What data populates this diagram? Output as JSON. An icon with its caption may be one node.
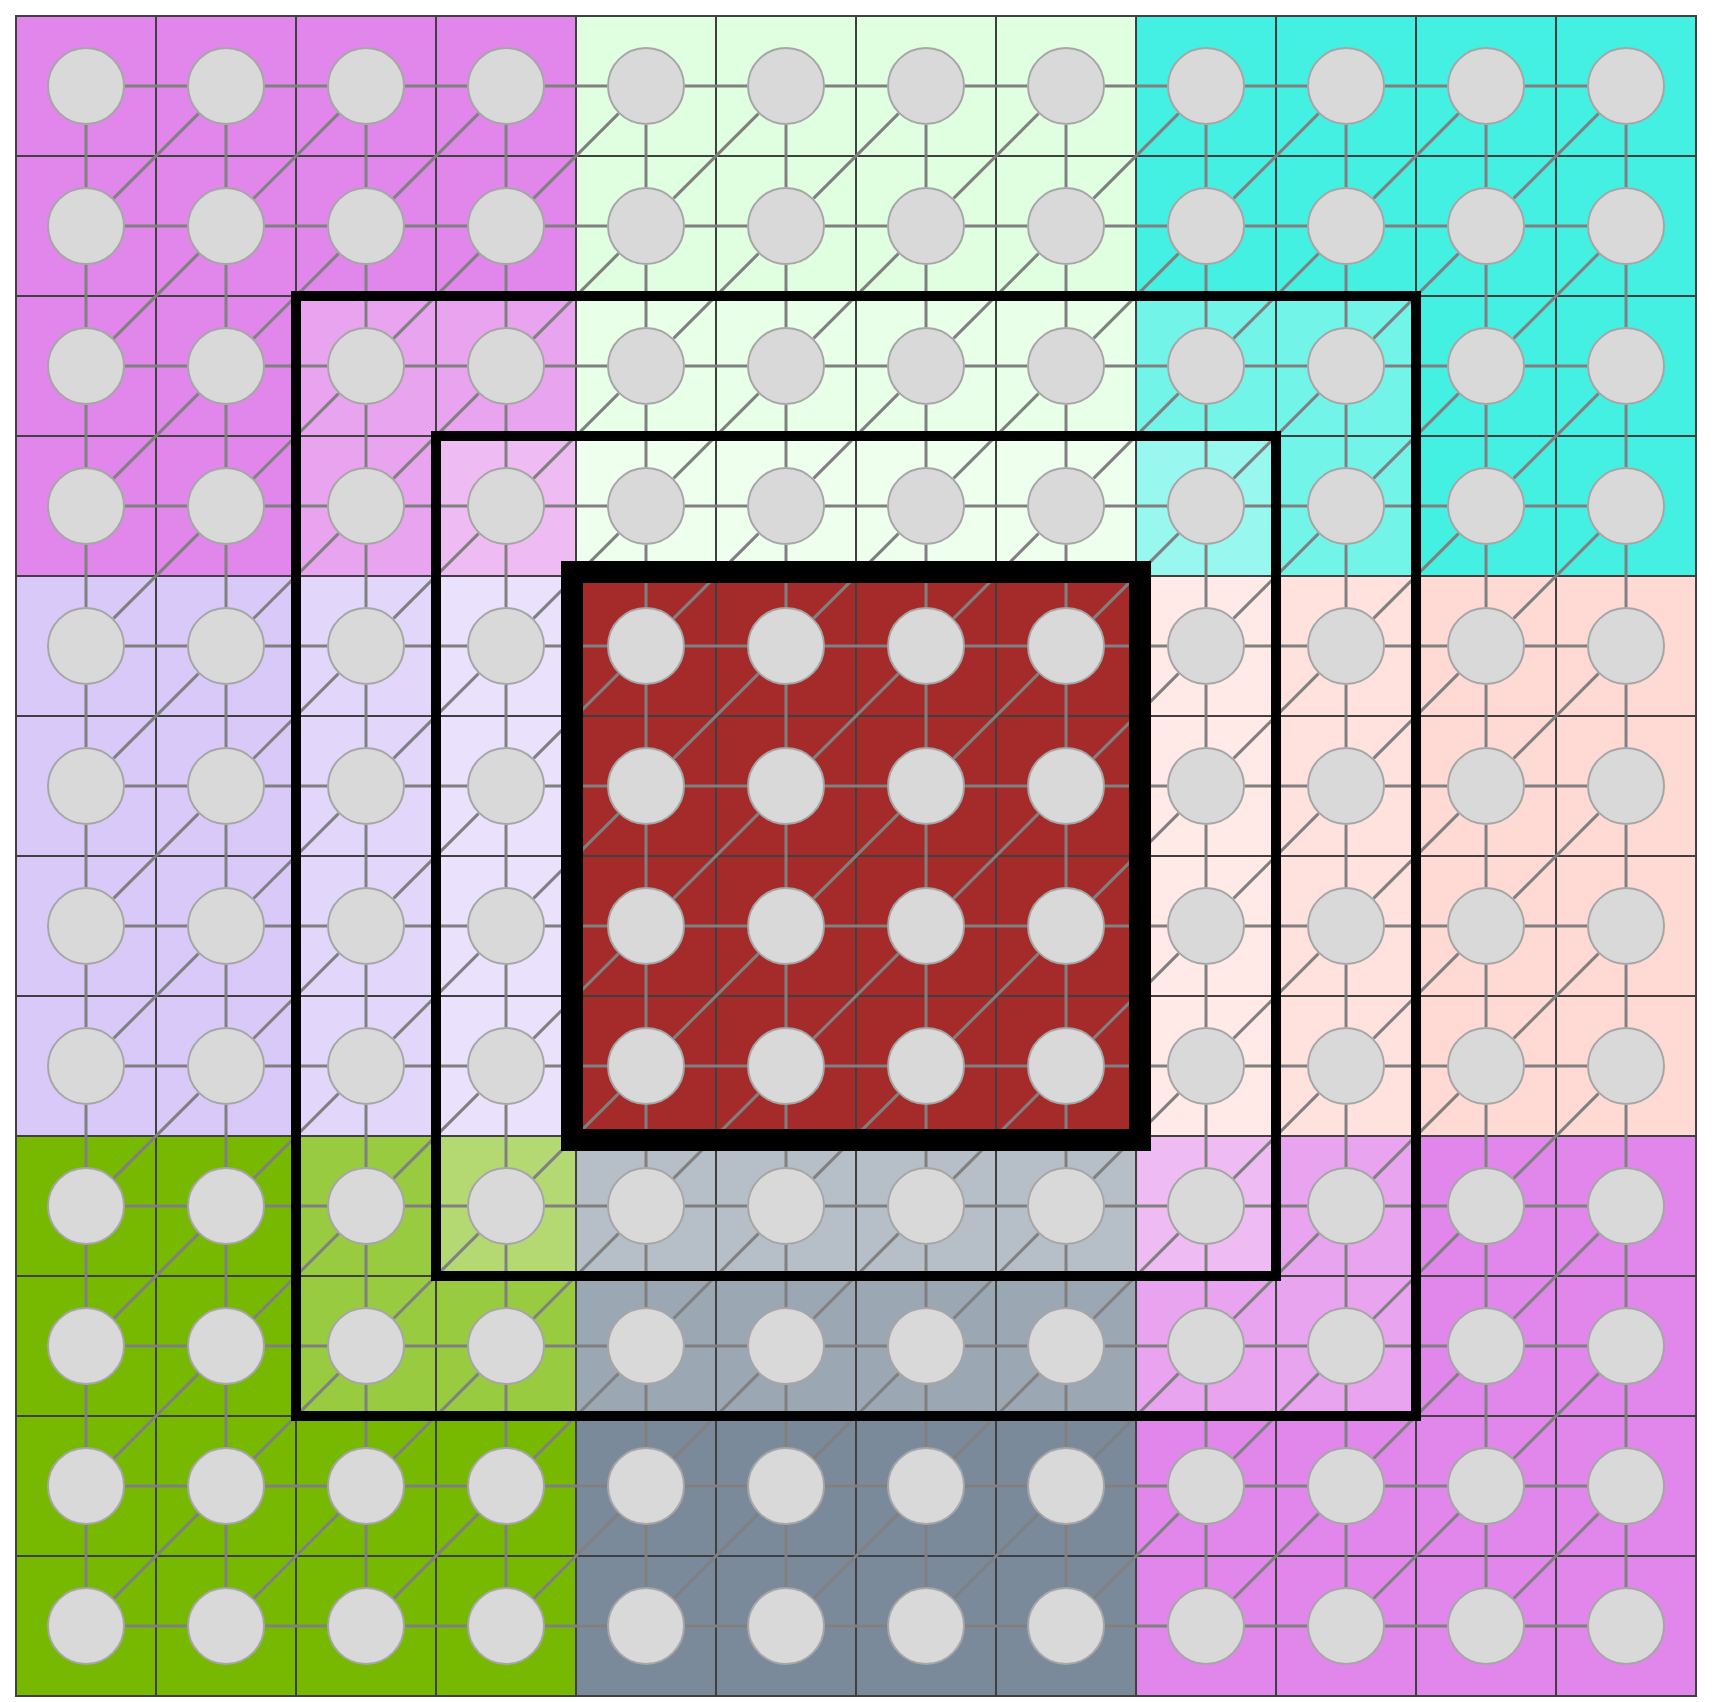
{
  "diagram": {
    "nodes": [
      {
        "text": [],
        "shape": "circle"
      },
      {
        "text": [],
        "shape": "circle"
      },
      {
        "text": [],
        "shape": "circle"
      },
      {
        "text": [],
        "shape": "circle"
      },
      {
        "text": [],
        "shape": "circle"
      },
      {
        "text": [],
        "shape": "circle"
      },
      {
        "text": [],
        "shape": "circle"
      },
      {
        "text": [],
        "shape": "circle"
      },
      {
        "text": [],
        "shape": "circle"
      },
      {
        "text": [],
        "shape": "circle"
      },
      {
        "text": [],
        "shape": "circle"
      },
      {
        "text": [],
        "shape": "circle"
      },
      {
        "text": [],
        "shape": "circle"
      },
      {
        "text": [],
        "shape": "circle"
      },
      {
        "text": [],
        "shape": "circle"
      },
      {
        "text": [],
        "shape": "circle"
      },
      {
        "text": [],
        "shape": "circle"
      },
      {
        "text": [],
        "shape": "circle"
      },
      {
        "text": [],
        "shape": "circle"
      },
      {
        "text": [],
        "shape": "circle"
      },
      {
        "text": [],
        "shape": "circle"
      },
      {
        "text": [],
        "shape": "circle"
      },
      {
        "text": [],
        "shape": "circle"
      },
      {
        "text": [],
        "shape": "circle"
      },
      {
        "text": [],
        "shape": "circle"
      },
      {
        "text": [],
        "shape": "circle"
      },
      {
        "text": [],
        "shape": "circle"
      },
      {
        "text": [],
        "shape": "circle"
      },
      {
        "text": [],
        "shape": "circle"
      },
      {
        "text": [],
        "shape": "circle"
      },
      {
        "text": [],
        "shape": "circle"
      },
      {
        "text": [],
        "shape": "circle"
      },
      {
        "text": [],
        "shape": "circle"
      },
      {
        "text": [],
        "shape": "circle"
      },
      {
        "text": [],
        "shape": "circle"
      },
      {
        "text": [],
        "shape": "circle"
      },
      {
        "text": [],
        "shape": "circle"
      },
      {
        "text": [],
        "shape": "circle"
      },
      {
        "text": [],
        "shape": "circle"
      },
      {
        "text": [],
        "shape": "circle"
      },
      {
        "text": [],
        "shape": "circle"
      },
      {
        "text": [],
        "shape": "circle"
      },
      {
        "text": [],
        "shape": "circle"
      },
      {
        "text": [],
        "shape": "circle"
      },
      {
        "text": [],
        "shape": "circle"
      },
      {
        "text": [],
        "shape": "circle"
      },
      {
        "text": [],
        "shape": "circle"
      },
      {
        "text": [],
        "shape": "circle"
      },
      {
        "text": [],
        "shape": "circle"
      },
      {
        "text": [],
        "shape": "circle"
      },
      {
        "text": [],
        "shape": "circle"
      },
      {
        "text": [],
        "shape": "circle"
      },
      {
        "text": [],
        "shape": "circle"
      },
      {
        "text": [],
        "shape": "circle"
      },
      {
        "text": [],
        "shape": "circle"
      },
      {
        "text": [],
        "shape": "circle"
      },
      {
        "text": [],
        "shape": "circle"
      },
      {
        "text": [],
        "shape": "circle"
      },
      {
        "text": [],
        "shape": "circle"
      },
      {
        "text": [],
        "shape": "circle"
      },
      {
        "text": [],
        "shape": "circle"
      },
      {
        "text": [],
        "shape": "circle"
      },
      {
        "text": [],
        "shape": "circle"
      },
      {
        "text": [],
        "shape": "circle"
      },
      {
        "text": [],
        "shape": "circle"
      },
      {
        "text": [],
        "shape": "circle"
      },
      {
        "text": [],
        "shape": "circle"
      },
      {
        "text": [],
        "shape": "circle"
      },
      {
        "text": [],
        "shape": "circle"
      },
      {
        "text": [],
        "shape": "circle"
      },
      {
        "text": [],
        "shape": "circle"
      },
      {
        "text": [],
        "shape": "circle"
      },
      {
        "text": [],
        "shape": "circle"
      },
      {
        "text": [],
        "shape": "circle"
      },
      {
        "text": [],
        "shape": "circle"
      },
      {
        "text": [],
        "shape": "circle"
      },
      {
        "text": [],
        "shape": "circle"
      },
      {
        "text": [],
        "shape": "circle"
      },
      {
        "text": [],
        "shape": "circle"
      },
      {
        "text": [],
        "shape": "circle"
      },
      {
        "text": [],
        "shape": "circle"
      },
      {
        "text": [],
        "shape": "circle"
      },
      {
        "text": [],
        "shape": "circle"
      },
      {
        "text": [],
        "shape": "circle"
      },
      {
        "text": [],
        "shape": "circle"
      },
      {
        "text": [],
        "shape": "circle"
      },
      {
        "text": [],
        "shape": "circle"
      },
      {
        "text": [],
        "shape": "circle"
      },
      {
        "text": [],
        "shape": "circle"
      },
      {
        "text": [],
        "shape": "circle"
      },
      {
        "text": [],
        "shape": "circle"
      },
      {
        "text": [],
        "shape": "circle"
      },
      {
        "text": [],
        "shape": "circle"
      },
      {
        "text": [],
        "shape": "circle"
      },
      {
        "text": [],
        "shape": "circle"
      },
      {
        "text": [],
        "shape": "circle"
      },
      {
        "text": [],
        "shape": "circle"
      },
      {
        "text": [],
        "shape": "circle"
      },
      {
        "text": [],
        "shape": "circle"
      },
      {
        "text": [],
        "shape": "circle"
      },
      {
        "text": [],
        "shape": "circle"
      },
      {
        "text": [],
        "shape": "circle"
      },
      {
        "text": [],
        "shape": "circle"
      },
      {
        "text": [],
        "shape": "circle"
      },
      {
        "text": [],
        "shape": "circle"
      },
      {
        "text": [],
        "shape": "circle"
      },
      {
        "text": [],
        "shape": "circle"
      },
      {
        "text": [],
        "shape": "circle"
      },
      {
        "text": [],
        "shape": "circle"
      },
      {
        "text": [],
        "shape": "circle"
      },
      {
        "text": [],
        "shape": "circle"
      },
      {
        "text": [],
        "shape": "circle"
      },
      {
        "text": [],
        "shape": "circle"
      },
      {
        "text": [],
        "shape": "circle"
      },
      {
        "text": [],
        "shape": "circle"
      },
      {
        "text": [],
        "shape": "circle"
      },
      {
        "text": [],
        "shape": "circle"
      },
      {
        "text": [],
        "shape": "circle"
      },
      {
        "text": [],
        "shape": "circle"
      },
      {
        "text": [],
        "shape": "circle"
      },
      {
        "text": [],
        "shape": "circle"
      },
      {
        "text": [],
        "shape": "circle"
      },
      {
        "text": [],
        "shape": "circle"
      },
      {
        "text": [],
        "shape": "circle"
      },
      {
        "text": [],
        "shape": "circle"
      },
      {
        "text": [],
        "shape": "circle"
      },
      {
        "text": [],
        "shape": "circle"
      },
      {
        "text": [],
        "shape": "circle"
      },
      {
        "text": [],
        "shape": "circle"
      },
      {
        "text": [],
        "shape": "circle"
      },
      {
        "text": [],
        "shape": "circle"
      },
      {
        "text": [],
        "shape": "circle"
      },
      {
        "text": [],
        "shape": "circle"
      },
      {
        "text": [],
        "shape": "circle"
      },
      {
        "text": [],
        "shape": "circle"
      },
      {
        "text": [],
        "shape": "circle"
      },
      {
        "text": [],
        "shape": "circle"
      },
      {
        "text": [],
        "shape": "circle"
      },
      {
        "text": [],
        "shape": "circle"
      },
      {
        "text": [],
        "shape": "circle"
      },
      {
        "text": [],
        "shape": "circle"
      },
      {
        "text": [],
        "shape": "circle"
      },
      {
        "text": [],
        "shape": "circle"
      },
      {
        "text": [],
        "shape": "circle"
      }
    ],
    "edges": [
      {
        "from": 0,
        "to": 1,
        "arrow": "none"
      },
      {
        "from": 1,
        "to": 2,
        "arrow": "none"
      },
      {
        "from": 2,
        "to": 3,
        "arrow": "none"
      },
      {
        "from": 3,
        "to": 4,
        "arrow": "none"
      },
      {
        "from": 4,
        "to": 5,
        "arrow": "none"
      },
      {
        "from": 5,
        "to": 6,
        "arrow": "none"
      },
      {
        "from": 6,
        "to": 7,
        "arrow": "none"
      },
      {
        "from": 7,
        "to": 8,
        "arrow": "none"
      },
      {
        "from": 8,
        "to": 9,
        "arrow": "none"
      },
      {
        "from": 9,
        "to": 10,
        "arrow": "none"
      },
      {
        "from": 10,
        "to": 11,
        "arrow": "none"
      },
      {
        "from": 12,
        "to": 13,
        "arrow": "none"
      },
      {
        "from": 13,
        "to": 14,
        "arrow": "none"
      },
      {
        "from": 14,
        "to": 15,
        "arrow": "none"
      },
      {
        "from": 15,
        "to": 16,
        "arrow": "none"
      },
      {
        "from": 16,
        "to": 17,
        "arrow": "none"
      },
      {
        "from": 17,
        "to": 18,
        "arrow": "none"
      },
      {
        "from": 18,
        "to": 19,
        "arrow": "none"
      },
      {
        "from": 19,
        "to": 20,
        "arrow": "none"
      },
      {
        "from": 20,
        "to": 21,
        "arrow": "none"
      },
      {
        "from": 21,
        "to": 22,
        "arrow": "none"
      },
      {
        "from": 22,
        "to": 23,
        "arrow": "none"
      },
      {
        "from": 24,
        "to": 25,
        "arrow": "none"
      },
      {
        "from": 25,
        "to": 26,
        "arrow": "none"
      },
      {
        "from": 26,
        "to": 27,
        "arrow": "none"
      },
      {
        "from": 27,
        "to": 28,
        "arrow": "none"
      },
      {
        "from": 28,
        "to": 29,
        "arrow": "none"
      },
      {
        "from": 29,
        "to": 30,
        "arrow": "none"
      },
      {
        "from": 30,
        "to": 31,
        "arrow": "none"
      },
      {
        "from": 31,
        "to": 32,
        "arrow": "none"
      },
      {
        "from": 32,
        "to": 33,
        "arrow": "none"
      },
      {
        "from": 33,
        "to": 34,
        "arrow": "none"
      },
      {
        "from": 34,
        "to": 35,
        "arrow": "none"
      },
      {
        "from": 36,
        "to": 37,
        "arrow": "none"
      },
      {
        "from": 37,
        "to": 38,
        "arrow": "none"
      },
      {
        "from": 38,
        "to": 39,
        "arrow": "none"
      },
      {
        "from": 39,
        "to": 40,
        "arrow": "none"
      },
      {
        "from": 40,
        "to": 41,
        "arrow": "none"
      },
      {
        "from": 41,
        "to": 42,
        "arrow": "none"
      },
      {
        "from": 42,
        "to": 43,
        "arrow": "none"
      },
      {
        "from": 43,
        "to": 44,
        "arrow": "none"
      },
      {
        "from": 44,
        "to": 45,
        "arrow": "none"
      },
      {
        "from": 45,
        "to": 46,
        "arrow": "none"
      },
      {
        "from": 46,
        "to": 47,
        "arrow": "none"
      },
      {
        "from": 48,
        "to": 49,
        "arrow": "none"
      },
      {
        "from": 49,
        "to": 50,
        "arrow": "none"
      },
      {
        "from": 50,
        "to": 51,
        "arrow": "none"
      },
      {
        "from": 51,
        "to": 52,
        "arrow": "none"
      },
      {
        "from": 52,
        "to": 53,
        "arrow": "none"
      },
      {
        "from": 53,
        "to": 54,
        "arrow": "none"
      },
      {
        "from": 54,
        "to": 55,
        "arrow": "none"
      },
      {
        "from": 55,
        "to": 56,
        "arrow": "none"
      },
      {
        "from": 56,
        "to": 57,
        "arrow": "none"
      },
      {
        "from": 57,
        "to": 58,
        "arrow": "none"
      },
      {
        "from": 58,
        "to": 59,
        "arrow": "none"
      },
      {
        "from": 60,
        "to": 61,
        "arrow": "none"
      },
      {
        "from": 61,
        "to": 62,
        "arrow": "none"
      },
      {
        "from": 62,
        "to": 63,
        "arrow": "none"
      },
      {
        "from": 63,
        "to": 64,
        "arrow": "none"
      },
      {
        "from": 64,
        "to": 65,
        "arrow": "none"
      },
      {
        "from": 65,
        "to": 66,
        "arrow": "none"
      },
      {
        "from": 66,
        "to": 67,
        "arrow": "none"
      },
      {
        "from": 67,
        "to": 68,
        "arrow": "none"
      },
      {
        "from": 68,
        "to": 69,
        "arrow": "none"
      },
      {
        "from": 69,
        "to": 70,
        "arrow": "none"
      },
      {
        "from": 70,
        "to": 71,
        "arrow": "none"
      },
      {
        "from": 72,
        "to": 73,
        "arrow": "none"
      },
      {
        "from": 73,
        "to": 74,
        "arrow": "none"
      },
      {
        "from": 74,
        "to": 75,
        "arrow": "none"
      },
      {
        "from": 75,
        "to": 76,
        "arrow": "none"
      },
      {
        "from": 76,
        "to": 77,
        "arrow": "none"
      },
      {
        "from": 77,
        "to": 78,
        "arrow": "none"
      },
      {
        "from": 78,
        "to": 79,
        "arrow": "none"
      },
      {
        "from": 79,
        "to": 80,
        "arrow": "none"
      },
      {
        "from": 80,
        "to": 81,
        "arrow": "none"
      },
      {
        "from": 81,
        "to": 82,
        "arrow": "none"
      },
      {
        "from": 82,
        "to": 83,
        "arrow": "none"
      },
      {
        "from": 84,
        "to": 85,
        "arrow": "none"
      },
      {
        "from": 85,
        "to": 86,
        "arrow": "none"
      },
      {
        "from": 86,
        "to": 87,
        "arrow": "none"
      },
      {
        "from": 87,
        "to": 88,
        "arrow": "none"
      },
      {
        "from": 88,
        "to": 89,
        "arrow": "none"
      },
      {
        "from": 89,
        "to": 90,
        "arrow": "none"
      },
      {
        "from": 90,
        "to": 91,
        "arrow": "none"
      },
      {
        "from": 91,
        "to": 92,
        "arrow": "none"
      },
      {
        "from": 92,
        "to": 93,
        "arrow": "none"
      },
      {
        "from": 93,
        "to": 94,
        "arrow": "none"
      },
      {
        "from": 94,
        "to": 95,
        "arrow": "none"
      },
      {
        "from": 96,
        "to": 97,
        "arrow": "none"
      },
      {
        "from": 97,
        "to": 98,
        "arrow": "none"
      },
      {
        "from": 98,
        "to": 99,
        "arrow": "none"
      },
      {
        "from": 99,
        "to": 100,
        "arrow": "none"
      },
      {
        "from": 100,
        "to": 101,
        "arrow": "none"
      },
      {
        "from": 101,
        "to": 102,
        "arrow": "none"
      },
      {
        "from": 102,
        "to": 103,
        "arrow": "none"
      },
      {
        "from": 103,
        "to": 104,
        "arrow": "none"
      },
      {
        "from": 104,
        "to": 105,
        "arrow": "none"
      },
      {
        "from": 105,
        "to": 106,
        "arrow": "none"
      },
      {
        "from": 106,
        "to": 107,
        "arrow": "none"
      },
      {
        "from": 108,
        "to": 109,
        "arrow": "none"
      },
      {
        "from": 109,
        "to": 110,
        "arrow": "none"
      },
      {
        "from": 110,
        "to": 111,
        "arrow": "none"
      },
      {
        "from": 111,
        "to": 112,
        "arrow": "none"
      },
      {
        "from": 112,
        "to": 113,
        "arrow": "none"
      },
      {
        "from": 113,
        "to": 114,
        "arrow": "none"
      },
      {
        "from": 114,
        "to": 115,
        "arrow": "none"
      },
      {
        "from": 115,
        "to": 116,
        "arrow": "none"
      },
      {
        "from": 116,
        "to": 117,
        "arrow": "none"
      },
      {
        "from": 117,
        "to": 118,
        "arrow": "none"
      },
      {
        "from": 118,
        "to": 119,
        "arrow": "none"
      },
      {
        "from": 120,
        "to": 121,
        "arrow": "none"
      },
      {
        "from": 121,
        "to": 122,
        "arrow": "none"
      },
      {
        "from": 122,
        "to": 123,
        "arrow": "none"
      },
      {
        "from": 123,
        "to": 124,
        "arrow": "none"
      },
      {
        "from": 124,
        "to": 125,
        "arrow": "none"
      },
      {
        "from": 125,
        "to": 126,
        "arrow": "none"
      },
      {
        "from": 126,
        "to": 127,
        "arrow": "none"
      },
      {
        "from": 127,
        "to": 128,
        "arrow": "none"
      },
      {
        "from": 128,
        "to": 129,
        "arrow": "none"
      },
      {
        "from": 129,
        "to": 130,
        "arrow": "none"
      },
      {
        "from": 130,
        "to": 131,
        "arrow": "none"
      },
      {
        "from": 132,
        "to": 133,
        "arrow": "none"
      },
      {
        "from": 133,
        "to": 134,
        "arrow": "none"
      },
      {
        "from": 134,
        "to": 135,
        "arrow": "none"
      },
      {
        "from": 135,
        "to": 136,
        "arrow": "none"
      },
      {
        "from": 136,
        "to": 137,
        "arrow": "none"
      },
      {
        "from": 137,
        "to": 138,
        "arrow": "none"
      },
      {
        "from": 138,
        "to": 139,
        "arrow": "none"
      },
      {
        "from": 139,
        "to": 140,
        "arrow": "none"
      },
      {
        "from": 140,
        "to": 141,
        "arrow": "none"
      },
      {
        "from": 141,
        "to": 142,
        "arrow": "none"
      },
      {
        "from": 142,
        "to": 143,
        "arrow": "none"
      },
      {
        "from": 0,
        "to": 12,
        "arrow": "none"
      },
      {
        "from": 1,
        "to": 13,
        "arrow": "none"
      },
      {
        "from": 2,
        "to": 14,
        "arrow": "none"
      },
      {
        "from": 3,
        "to": 15,
        "arrow": "none"
      },
      {
        "from": 4,
        "to": 16,
        "arrow": "none"
      },
      {
        "from": 5,
        "to": 17,
        "arrow": "none"
      },
      {
        "from": 6,
        "to": 18,
        "arrow": "none"
      },
      {
        "from": 7,
        "to": 19,
        "arrow": "none"
      },
      {
        "from": 8,
        "to": 20,
        "arrow": "none"
      },
      {
        "from": 9,
        "to": 21,
        "arrow": "none"
      },
      {
        "from": 10,
        "to": 22,
        "arrow": "none"
      },
      {
        "from": 11,
        "to": 23,
        "arrow": "none"
      },
      {
        "from": 12,
        "to": 24,
        "arrow": "none"
      },
      {
        "from": 13,
        "to": 25,
        "arrow": "none"
      },
      {
        "from": 14,
        "to": 26,
        "arrow": "none"
      },
      {
        "from": 15,
        "to": 27,
        "arrow": "none"
      },
      {
        "from": 16,
        "to": 28,
        "arrow": "none"
      },
      {
        "from": 17,
        "to": 29,
        "arrow": "none"
      },
      {
        "from": 18,
        "to": 30,
        "arrow": "none"
      },
      {
        "from": 19,
        "to": 31,
        "arrow": "none"
      },
      {
        "from": 20,
        "to": 32,
        "arrow": "none"
      },
      {
        "from": 21,
        "to": 33,
        "arrow": "none"
      },
      {
        "from": 22,
        "to": 34,
        "arrow": "none"
      },
      {
        "from": 23,
        "to": 35,
        "arrow": "none"
      },
      {
        "from": 24,
        "to": 36,
        "arrow": "none"
      },
      {
        "from": 25,
        "to": 37,
        "arrow": "none"
      },
      {
        "from": 26,
        "to": 38,
        "arrow": "none"
      },
      {
        "from": 27,
        "to": 39,
        "arrow": "none"
      },
      {
        "from": 28,
        "to": 40,
        "arrow": "none"
      },
      {
        "from": 29,
        "to": 41,
        "arrow": "none"
      },
      {
        "from": 30,
        "to": 42,
        "arrow": "none"
      },
      {
        "from": 31,
        "to": 43,
        "arrow": "none"
      },
      {
        "from": 32,
        "to": 44,
        "arrow": "none"
      },
      {
        "from": 33,
        "to": 45,
        "arrow": "none"
      },
      {
        "from": 34,
        "to": 46,
        "arrow": "none"
      },
      {
        "from": 35,
        "to": 47,
        "arrow": "none"
      },
      {
        "from": 36,
        "to": 48,
        "arrow": "none"
      },
      {
        "from": 37,
        "to": 49,
        "arrow": "none"
      },
      {
        "from": 38,
        "to": 50,
        "arrow": "none"
      },
      {
        "from": 39,
        "to": 51,
        "arrow": "none"
      },
      {
        "from": 40,
        "to": 52,
        "arrow": "none"
      },
      {
        "from": 41,
        "to": 53,
        "arrow": "none"
      },
      {
        "from": 42,
        "to": 54,
        "arrow": "none"
      },
      {
        "from": 43,
        "to": 55,
        "arrow": "none"
      },
      {
        "from": 44,
        "to": 56,
        "arrow": "none"
      },
      {
        "from": 45,
        "to": 57,
        "arrow": "none"
      },
      {
        "from": 46,
        "to": 58,
        "arrow": "none"
      },
      {
        "from": 47,
        "to": 59,
        "arrow": "none"
      },
      {
        "from": 48,
        "to": 60,
        "arrow": "none"
      },
      {
        "from": 49,
        "to": 61,
        "arrow": "none"
      },
      {
        "from": 50,
        "to": 62,
        "arrow": "none"
      },
      {
        "from": 51,
        "to": 63,
        "arrow": "none"
      },
      {
        "from": 52,
        "to": 64,
        "arrow": "none"
      },
      {
        "from": 53,
        "to": 65,
        "arrow": "none"
      },
      {
        "from": 54,
        "to": 66,
        "arrow": "none"
      },
      {
        "from": 55,
        "to": 67,
        "arrow": "none"
      },
      {
        "from": 56,
        "to": 68,
        "arrow": "none"
      },
      {
        "from": 57,
        "to": 69,
        "arrow": "none"
      },
      {
        "from": 58,
        "to": 70,
        "arrow": "none"
      },
      {
        "from": 59,
        "to": 71,
        "arrow": "none"
      },
      {
        "from": 60,
        "to": 72,
        "arrow": "none"
      },
      {
        "from": 61,
        "to": 73,
        "arrow": "none"
      },
      {
        "from": 62,
        "to": 74,
        "arrow": "none"
      },
      {
        "from": 63,
        "to": 75,
        "arrow": "none"
      },
      {
        "from": 64,
        "to": 76,
        "arrow": "none"
      },
      {
        "from": 65,
        "to": 77,
        "arrow": "none"
      },
      {
        "from": 66,
        "to": 78,
        "arrow": "none"
      },
      {
        "from": 67,
        "to": 79,
        "arrow": "none"
      },
      {
        "from": 68,
        "to": 80,
        "arrow": "none"
      },
      {
        "from": 69,
        "to": 81,
        "arrow": "none"
      },
      {
        "from": 70,
        "to": 82,
        "arrow": "none"
      },
      {
        "from": 71,
        "to": 83,
        "arrow": "none"
      },
      {
        "from": 72,
        "to": 84,
        "arrow": "none"
      },
      {
        "from": 73,
        "to": 85,
        "arrow": "none"
      },
      {
        "from": 74,
        "to": 86,
        "arrow": "none"
      },
      {
        "from": 75,
        "to": 87,
        "arrow": "none"
      },
      {
        "from": 76,
        "to": 88,
        "arrow": "none"
      },
      {
        "from": 77,
        "to": 89,
        "arrow": "none"
      },
      {
        "from": 78,
        "to": 90,
        "arrow": "none"
      },
      {
        "from": 79,
        "to": 91,
        "arrow": "none"
      },
      {
        "from": 80,
        "to": 92,
        "arrow": "none"
      },
      {
        "from": 81,
        "to": 93,
        "arrow": "none"
      },
      {
        "from": 82,
        "to": 94,
        "arrow": "none"
      },
      {
        "from": 83,
        "to": 95,
        "arrow": "none"
      },
      {
        "from": 84,
        "to": 96,
        "arrow": "none"
      },
      {
        "from": 85,
        "to": 97,
        "arrow": "none"
      },
      {
        "from": 86,
        "to": 98,
        "arrow": "none"
      },
      {
        "from": 87,
        "to": 99,
        "arrow": "none"
      },
      {
        "from": 88,
        "to": 100,
        "arrow": "none"
      },
      {
        "from": 89,
        "to": 101,
        "arrow": "none"
      },
      {
        "from": 90,
        "to": 102,
        "arrow": "none"
      },
      {
        "from": 91,
        "to": 103,
        "arrow": "none"
      },
      {
        "from": 92,
        "to": 104,
        "arrow": "none"
      },
      {
        "from": 93,
        "to": 105,
        "arrow": "none"
      },
      {
        "from": 94,
        "to": 106,
        "arrow": "none"
      },
      {
        "from": 95,
        "to": 107,
        "arrow": "none"
      },
      {
        "from": 96,
        "to": 108,
        "arrow": "none"
      },
      {
        "from": 97,
        "to": 109,
        "arrow": "none"
      },
      {
        "from": 98,
        "to": 110,
        "arrow": "none"
      },
      {
        "from": 99,
        "to": 111,
        "arrow": "none"
      },
      {
        "from": 100,
        "to": 112,
        "arrow": "none"
      },
      {
        "from": 101,
        "to": 113,
        "arrow": "none"
      },
      {
        "from": 102,
        "to": 114,
        "arrow": "none"
      },
      {
        "from": 103,
        "to": 115,
        "arrow": "none"
      },
      {
        "from": 104,
        "to": 116,
        "arrow": "none"
      },
      {
        "from": 105,
        "to": 117,
        "arrow": "none"
      },
      {
        "from": 106,
        "to": 118,
        "arrow": "none"
      },
      {
        "from": 107,
        "to": 119,
        "arrow": "none"
      },
      {
        "from": 108,
        "to": 120,
        "arrow": "none"
      },
      {
        "from": 109,
        "to": 121,
        "arrow": "none"
      },
      {
        "from": 110,
        "to": 122,
        "arrow": "none"
      },
      {
        "from": 111,
        "to": 123,
        "arrow": "none"
      },
      {
        "from": 112,
        "to": 124,
        "arrow": "none"
      },
      {
        "from": 113,
        "to": 125,
        "arrow": "none"
      },
      {
        "from": 114,
        "to": 126,
        "arrow": "none"
      },
      {
        "from": 115,
        "to": 127,
        "arrow": "none"
      },
      {
        "from": 116,
        "to": 128,
        "arrow": "none"
      },
      {
        "from": 117,
        "to": 129,
        "arrow": "none"
      },
      {
        "from": 118,
        "to": 130,
        "arrow": "none"
      },
      {
        "from": 119,
        "to": 131,
        "arrow": "none"
      },
      {
        "from": 120,
        "to": 132,
        "arrow": "none"
      },
      {
        "from": 121,
        "to": 133,
        "arrow": "none"
      },
      {
        "from": 122,
        "to": 134,
        "arrow": "none"
      },
      {
        "from": 123,
        "to": 135,
        "arrow": "none"
      },
      {
        "from": 124,
        "to": 136,
        "arrow": "none"
      },
      {
        "from": 125,
        "to": 137,
        "arrow": "none"
      },
      {
        "from": 126,
        "to": 138,
        "arrow": "none"
      },
      {
        "from": 127,
        "to": 139,
        "arrow": "none"
      },
      {
        "from": 128,
        "to": 140,
        "arrow": "none"
      },
      {
        "from": 129,
        "to": 141,
        "arrow": "none"
      },
      {
        "from": 130,
        "to": 142,
        "arrow": "none"
      },
      {
        "from": 131,
        "to": 143,
        "arrow": "none"
      },
      {
        "from": 12,
        "to": 1,
        "arrow": "none"
      },
      {
        "from": 13,
        "to": 2,
        "arrow": "none"
      },
      {
        "from": 14,
        "to": 3,
        "arrow": "none"
      },
      {
        "from": 15,
        "to": 4,
        "arrow": "none"
      },
      {
        "from": 16,
        "to": 5,
        "arrow": "none"
      },
      {
        "from": 17,
        "to": 6,
        "arrow": "none"
      },
      {
        "from": 18,
        "to": 7,
        "arrow": "none"
      },
      {
        "from": 19,
        "to": 8,
        "arrow": "none"
      },
      {
        "from": 20,
        "to": 9,
        "arrow": "none"
      },
      {
        "from": 21,
        "to": 10,
        "arrow": "none"
      },
      {
        "from": 22,
        "to": 11,
        "arrow": "none"
      },
      {
        "from": 24,
        "to": 13,
        "arrow": "none"
      },
      {
        "from": 25,
        "to": 14,
        "arrow": "none"
      },
      {
        "from": 26,
        "to": 15,
        "arrow": "none"
      },
      {
        "from": 27,
        "to": 16,
        "arrow": "none"
      },
      {
        "from": 28,
        "to": 17,
        "arrow": "none"
      },
      {
        "from": 29,
        "to": 18,
        "arrow": "none"
      },
      {
        "from": 30,
        "to": 19,
        "arrow": "none"
      },
      {
        "from": 31,
        "to": 20,
        "arrow": "none"
      },
      {
        "from": 32,
        "to": 21,
        "arrow": "none"
      },
      {
        "from": 33,
        "to": 22,
        "arrow": "none"
      },
      {
        "from": 34,
        "to": 23,
        "arrow": "none"
      },
      {
        "from": 36,
        "to": 25,
        "arrow": "none"
      },
      {
        "from": 37,
        "to": 26,
        "arrow": "none"
      },
      {
        "from": 38,
        "to": 27,
        "arrow": "none"
      },
      {
        "from": 39,
        "to": 28,
        "arrow": "none"
      },
      {
        "from": 40,
        "to": 29,
        "arrow": "none"
      },
      {
        "from": 41,
        "to": 30,
        "arrow": "none"
      },
      {
        "from": 42,
        "to": 31,
        "arrow": "none"
      },
      {
        "from": 43,
        "to": 32,
        "arrow": "none"
      },
      {
        "from": 44,
        "to": 33,
        "arrow": "none"
      },
      {
        "from": 45,
        "to": 34,
        "arrow": "none"
      },
      {
        "from": 46,
        "to": 35,
        "arrow": "none"
      },
      {
        "from": 48,
        "to": 37,
        "arrow": "none"
      },
      {
        "from": 49,
        "to": 38,
        "arrow": "none"
      },
      {
        "from": 50,
        "to": 39,
        "arrow": "none"
      },
      {
        "from": 51,
        "to": 40,
        "arrow": "none"
      },
      {
        "from": 52,
        "to": 41,
        "arrow": "none"
      },
      {
        "from": 53,
        "to": 42,
        "arrow": "none"
      },
      {
        "from": 54,
        "to": 43,
        "arrow": "none"
      },
      {
        "from": 55,
        "to": 44,
        "arrow": "none"
      },
      {
        "from": 56,
        "to": 45,
        "arrow": "none"
      },
      {
        "from": 57,
        "to": 46,
        "arrow": "none"
      },
      {
        "from": 58,
        "to": 47,
        "arrow": "none"
      },
      {
        "from": 60,
        "to": 49,
        "arrow": "none"
      },
      {
        "from": 61,
        "to": 50,
        "arrow": "none"
      },
      {
        "from": 62,
        "to": 51,
        "arrow": "none"
      },
      {
        "from": 63,
        "to": 52,
        "arrow": "none"
      },
      {
        "from": 64,
        "to": 53,
        "arrow": "none"
      },
      {
        "from": 65,
        "to": 54,
        "arrow": "none"
      },
      {
        "from": 66,
        "to": 55,
        "arrow": "none"
      },
      {
        "from": 67,
        "to": 56,
        "arrow": "none"
      },
      {
        "from": 68,
        "to": 57,
        "arrow": "none"
      },
      {
        "from": 69,
        "to": 58,
        "arrow": "none"
      },
      {
        "from": 70,
        "to": 59,
        "arrow": "none"
      },
      {
        "from": 72,
        "to": 61,
        "arrow": "none"
      },
      {
        "from": 73,
        "to": 62,
        "arrow": "none"
      },
      {
        "from": 74,
        "to": 63,
        "arrow": "none"
      },
      {
        "from": 75,
        "to": 64,
        "arrow": "none"
      },
      {
        "from": 76,
        "to": 65,
        "arrow": "none"
      },
      {
        "from": 77,
        "to": 66,
        "arrow": "none"
      },
      {
        "from": 78,
        "to": 67,
        "arrow": "none"
      },
      {
        "from": 79,
        "to": 68,
        "arrow": "none"
      },
      {
        "from": 80,
        "to": 69,
        "arrow": "none"
      },
      {
        "from": 81,
        "to": 70,
        "arrow": "none"
      },
      {
        "from": 82,
        "to": 71,
        "arrow": "none"
      },
      {
        "from": 84,
        "to": 73,
        "arrow": "none"
      },
      {
        "from": 85,
        "to": 74,
        "arrow": "none"
      },
      {
        "from": 86,
        "to": 75,
        "arrow": "none"
      },
      {
        "from": 87,
        "to": 76,
        "arrow": "none"
      },
      {
        "from": 88,
        "to": 77,
        "arrow": "none"
      },
      {
        "from": 89,
        "to": 78,
        "arrow": "none"
      },
      {
        "from": 90,
        "to": 79,
        "arrow": "none"
      },
      {
        "from": 91,
        "to": 80,
        "arrow": "none"
      },
      {
        "from": 92,
        "to": 81,
        "arrow": "none"
      },
      {
        "from": 93,
        "to": 82,
        "arrow": "none"
      },
      {
        "from": 94,
        "to": 83,
        "arrow": "none"
      },
      {
        "from": 96,
        "to": 85,
        "arrow": "none"
      },
      {
        "from": 97,
        "to": 86,
        "arrow": "none"
      },
      {
        "from": 98,
        "to": 87,
        "arrow": "none"
      },
      {
        "from": 99,
        "to": 88,
        "arrow": "none"
      },
      {
        "from": 100,
        "to": 89,
        "arrow": "none"
      },
      {
        "from": 101,
        "to": 90,
        "arrow": "none"
      },
      {
        "from": 102,
        "to": 91,
        "arrow": "none"
      },
      {
        "from": 103,
        "to": 92,
        "arrow": "none"
      },
      {
        "from": 104,
        "to": 93,
        "arrow": "none"
      },
      {
        "from": 105,
        "to": 94,
        "arrow": "none"
      },
      {
        "from": 106,
        "to": 95,
        "arrow": "none"
      },
      {
        "from": 108,
        "to": 97,
        "arrow": "none"
      },
      {
        "from": 109,
        "to": 98,
        "arrow": "none"
      },
      {
        "from": 110,
        "to": 99,
        "arrow": "none"
      },
      {
        "from": 111,
        "to": 100,
        "arrow": "none"
      },
      {
        "from": 112,
        "to": 101,
        "arrow": "none"
      },
      {
        "from": 113,
        "to": 102,
        "arrow": "none"
      },
      {
        "from": 114,
        "to": 103,
        "arrow": "none"
      },
      {
        "from": 115,
        "to": 104,
        "arrow": "none"
      },
      {
        "from": 116,
        "to": 105,
        "arrow": "none"
      },
      {
        "from": 117,
        "to": 106,
        "arrow": "none"
      },
      {
        "from": 118,
        "to": 107,
        "arrow": "none"
      },
      {
        "from": 120,
        "to": 109,
        "arrow": "none"
      },
      {
        "from": 121,
        "to": 110,
        "arrow": "none"
      },
      {
        "from": 122,
        "to": 111,
        "arrow": "none"
      },
      {
        "from": 123,
        "to": 112,
        "arrow": "none"
      },
      {
        "from": 124,
        "to": 113,
        "arrow": "none"
      },
      {
        "from": 125,
        "to": 114,
        "arrow": "none"
      },
      {
        "from": 126,
        "to": 115,
        "arrow": "none"
      },
      {
        "from": 127,
        "to": 116,
        "arrow": "none"
      },
      {
        "from": 128,
        "to": 117,
        "arrow": "none"
      },
      {
        "from": 129,
        "to": 118,
        "arrow": "none"
      },
      {
        "from": 130,
        "to": 119,
        "arrow": "none"
      },
      {
        "from": 132,
        "to": 121,
        "arrow": "none"
      },
      {
        "from": 133,
        "to": 122,
        "arrow": "none"
      },
      {
        "from": 134,
        "to": 123,
        "arrow": "none"
      },
      {
        "from": 135,
        "to": 124,
        "arrow": "none"
      },
      {
        "from": 136,
        "to": 125,
        "arrow": "none"
      },
      {
        "from": 137,
        "to": 126,
        "arrow": "none"
      },
      {
        "from": 138,
        "to": 127,
        "arrow": "none"
      },
      {
        "from": 139,
        "to": 128,
        "arrow": "none"
      },
      {
        "from": 140,
        "to": 129,
        "arrow": "none"
      },
      {
        "from": 141,
        "to": 130,
        "arrow": "none"
      },
      {
        "from": 142,
        "to": 131,
        "arrow": "none"
      }
    ]
  }
}
